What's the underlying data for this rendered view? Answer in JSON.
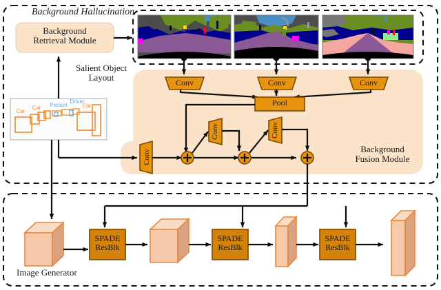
{
  "figure": {
    "type": "architecture-diagram",
    "title_sections": {
      "background_hallucination": "Background Hallucination",
      "background_fusion": "Background\nFusion Module",
      "image_generator": "Image Generator"
    }
  },
  "colors": {
    "panel_peach": "#FAE3C8",
    "panel_peach_light": "#FCEBD8",
    "conv_orange": "#E8930E",
    "conv_border": "#7A4A05",
    "spade_orange": "#D4820A",
    "spade_border": "#8A5406",
    "cube_face": "#F6C9AA",
    "cube_side": "#D9A382",
    "cube_top": "#F9DCC6",
    "cube_border": "#E8873A",
    "layout_box_orange": "#F08C28",
    "layout_box_blue": "#6FA8DC",
    "arrow_black": "#0d0d0d",
    "seg_road": "#804080",
    "seg_sidewalk": "#F4A6A0",
    "seg_building": "#4D4D4D",
    "seg_vegetation": "#6B8E23",
    "seg_sky": "#4A90C4",
    "seg_car": "#00008E",
    "seg_pole": "#999999",
    "seg_person": "#DC143C",
    "seg_trafficlight": "#FFD700",
    "seg_hood": "#000000"
  },
  "background_hallucination": {
    "label": "Background Hallucination",
    "retrieval_module": {
      "line1": "Background",
      "line2": "Retrieval Module"
    },
    "input_caption": {
      "line1": "Salient Object",
      "line2": "Layout"
    },
    "segmentation_maps": [
      {
        "name": "seg-map-1",
        "road_shape": "wide-mound",
        "has_sky": true
      },
      {
        "name": "seg-map-2",
        "road_shape": "center-peak",
        "has_sky": true
      },
      {
        "name": "seg-map-3",
        "road_shape": "triangle",
        "has_sky": false
      }
    ]
  },
  "salient_object_layout": {
    "name": "salient-object-layout",
    "boxes": [
      {
        "label": "Car",
        "color": "orange"
      },
      {
        "label": "Car",
        "color": "orange"
      },
      {
        "label": "Person",
        "color": "blue"
      },
      {
        "label": "Driver",
        "color": "blue"
      },
      {
        "label": "Car",
        "color": "orange"
      }
    ]
  },
  "background_fusion_module": {
    "label_line1": "Background",
    "label_line2": "Fusion Module",
    "top_convs": [
      {
        "label": "Conv",
        "orientation": "horizontal"
      },
      {
        "label": "Conv",
        "orientation": "horizontal"
      },
      {
        "label": "Conv",
        "orientation": "horizontal"
      }
    ],
    "pool": {
      "label": "Pool"
    },
    "entry_conv": {
      "label": "Conv",
      "orientation": "vertical"
    },
    "branch_convs": [
      {
        "label": "Conv",
        "orientation": "vertical"
      },
      {
        "label": "Conv",
        "orientation": "vertical"
      }
    ],
    "adders": [
      {
        "symbol": "+"
      },
      {
        "symbol": "+"
      },
      {
        "symbol": "+"
      }
    ]
  },
  "image_generator": {
    "label": "Image Generator",
    "blocks": [
      {
        "type": "feature-cube",
        "name": "feature-map-1"
      },
      {
        "type": "spade",
        "name": "spade-resblk-1",
        "line1": "SPADE",
        "line2": "ResBlk"
      },
      {
        "type": "feature-cube",
        "name": "feature-map-2"
      },
      {
        "type": "spade",
        "name": "spade-resblk-2",
        "line1": "SPADE",
        "line2": "ResBlk"
      },
      {
        "type": "feature-slab",
        "name": "feature-map-3"
      },
      {
        "type": "spade",
        "name": "spade-resblk-3",
        "line1": "SPADE",
        "line2": "ResBlk"
      },
      {
        "type": "feature-slab",
        "name": "feature-map-4"
      }
    ]
  }
}
